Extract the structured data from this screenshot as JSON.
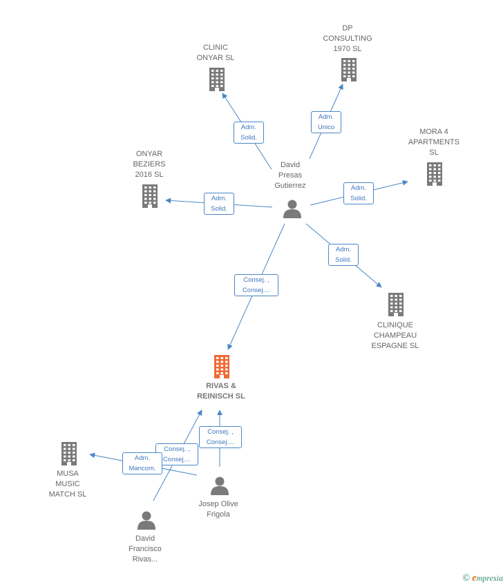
{
  "colors": {
    "company": "#7a7a7a",
    "focus_company": "#f06a35",
    "person": "#7a7a7a",
    "edge": "#4a86c8"
  },
  "nodes": [
    {
      "id": "clinic-onyar",
      "type": "company",
      "label": "CLINIC\nONYAR SL"
    },
    {
      "id": "dp-consulting",
      "type": "company",
      "label": "DP\nCONSULTING\n1970  SL"
    },
    {
      "id": "mora4",
      "type": "company",
      "label": "MORA 4\nAPARTMENTS\nSL"
    },
    {
      "id": "onyar-beziers",
      "type": "company",
      "label": "ONYAR\nBEZIERS\n2016  SL"
    },
    {
      "id": "david-presas",
      "type": "person",
      "label": "David\nPresas\nGutierrez"
    },
    {
      "id": "clinique",
      "type": "company",
      "label": "CLINIQUE\nCHAMPEAU\nESPAGNE  SL"
    },
    {
      "id": "rivas",
      "type": "focus",
      "label": "RIVAS &\nREINISCH  SL"
    },
    {
      "id": "musa",
      "type": "company",
      "label": "MUSA\nMUSIC\nMATCH  SL"
    },
    {
      "id": "josep",
      "type": "person",
      "label": "Josep Olive\nFrigola"
    },
    {
      "id": "david-rivas",
      "type": "person",
      "label": "David\nFrancisco\nRivas..."
    }
  ],
  "edges": [
    {
      "id": "e1",
      "label": "Adm.\nSolid."
    },
    {
      "id": "e2",
      "label": "Adm.\nUnico"
    },
    {
      "id": "e3",
      "label": "Adm.\nSolid."
    },
    {
      "id": "e4",
      "label": "Adm.\nSolid."
    },
    {
      "id": "e5",
      "label": "Adm.\nSolid."
    },
    {
      "id": "e6",
      "label": "Consej. ,\nConsej...."
    },
    {
      "id": "e7",
      "label": "Consej. ,\nConsej...."
    },
    {
      "id": "e8",
      "label": "Consej. ,\nConsej...."
    },
    {
      "id": "e9",
      "label": "Adm.\nMancom."
    }
  ],
  "brand": {
    "copyright": "©",
    "initial": "e",
    "name": "mpresia"
  }
}
